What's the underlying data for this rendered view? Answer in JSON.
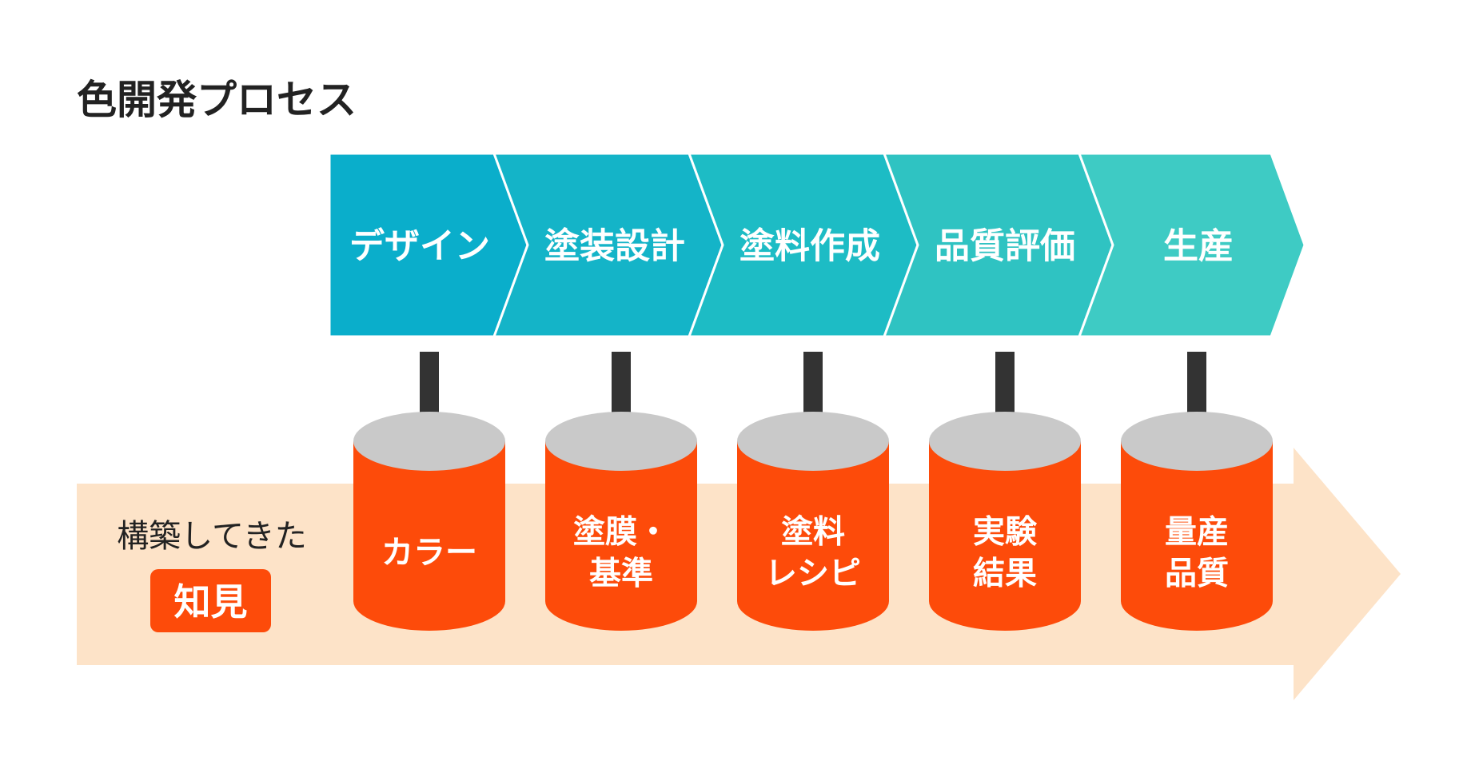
{
  "title": "色開発プロセス",
  "colors": {
    "title_text": "#222222",
    "chevrons": [
      "#0aaecb",
      "#14b4c8",
      "#1dbcc5",
      "#2fc3c2",
      "#3ecbc4"
    ],
    "band": "#fde3c8",
    "cylinder_body": "#fd4b0a",
    "cylinder_top": "#c9c9c9",
    "arrow": "#333333",
    "badge": "#fd4b0a"
  },
  "process_steps": [
    {
      "label": "デザイン"
    },
    {
      "label": "塗装設計"
    },
    {
      "label": "塗料作成"
    },
    {
      "label": "品質評価"
    },
    {
      "label": "生産"
    }
  ],
  "knowledge": {
    "label": "構築してきた",
    "badge": "知見"
  },
  "databases": [
    {
      "lines": [
        "カラー"
      ]
    },
    {
      "lines": [
        "塗膜・",
        "基準"
      ]
    },
    {
      "lines": [
        "塗料",
        "レシピ"
      ]
    },
    {
      "lines": [
        "実験",
        "結果"
      ]
    },
    {
      "lines": [
        "量産",
        "品質"
      ]
    }
  ]
}
